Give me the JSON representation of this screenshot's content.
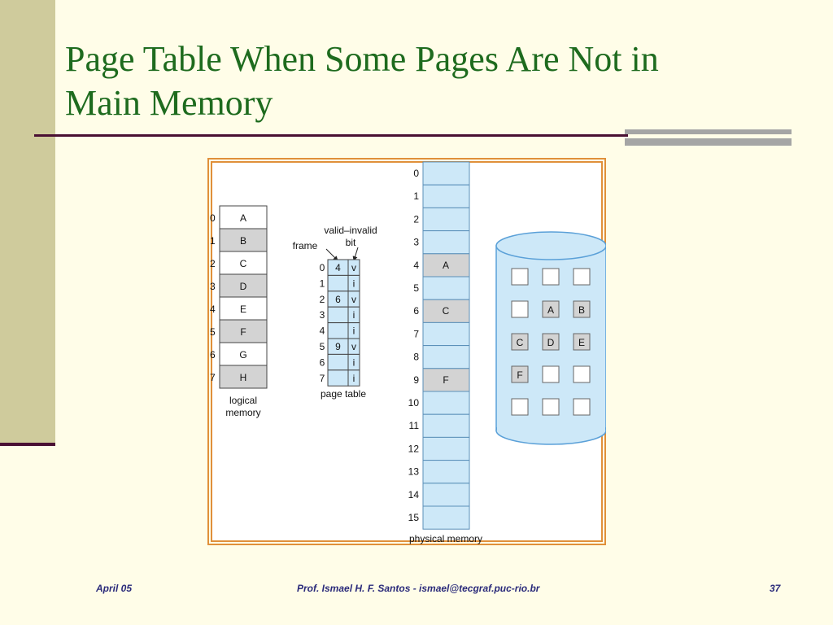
{
  "slide": {
    "title_line1": "Page Table When Some Pages Are Not in",
    "title_line2": "Main Memory",
    "footer": {
      "date": "April 05",
      "author": "Prof. Ismael H. F. Santos -  ismael@tecgraf.puc-rio.br",
      "page": "37"
    }
  },
  "colors": {
    "title": "#1e6b1e",
    "frame": "#e0903a",
    "cell_blue": "#cde8f8",
    "cell_gray": "#d3d3d3"
  },
  "diagram": {
    "logical_memory": {
      "pages": [
        "A",
        "B",
        "C",
        "D",
        "E",
        "F",
        "G",
        "H"
      ],
      "label_line1": "logical",
      "label_line2": "memory"
    },
    "page_table": {
      "rows": [
        {
          "index": "0",
          "frame": "4",
          "bit": "v"
        },
        {
          "index": "1",
          "frame": "",
          "bit": "i"
        },
        {
          "index": "2",
          "frame": "6",
          "bit": "v"
        },
        {
          "index": "3",
          "frame": "",
          "bit": "i"
        },
        {
          "index": "4",
          "frame": "",
          "bit": "i"
        },
        {
          "index": "5",
          "frame": "9",
          "bit": "v"
        },
        {
          "index": "6",
          "frame": "",
          "bit": "i"
        },
        {
          "index": "7",
          "frame": "",
          "bit": "i"
        }
      ],
      "frame_label": "frame",
      "valid_invalid_line1": "valid–invalid",
      "valid_invalid_line2": "bit",
      "label": "page table"
    },
    "physical_memory": {
      "frames": [
        "",
        "",
        "",
        "",
        "A",
        "",
        "C",
        "",
        "",
        "F",
        "",
        "",
        "",
        "",
        "",
        ""
      ],
      "label": "physical memory"
    },
    "disk": {
      "grid": [
        [
          "",
          "",
          ""
        ],
        [
          "",
          "A",
          "B"
        ],
        [
          "C",
          "D",
          "E"
        ],
        [
          "F",
          "",
          ""
        ],
        [
          "",
          "",
          ""
        ]
      ]
    }
  }
}
